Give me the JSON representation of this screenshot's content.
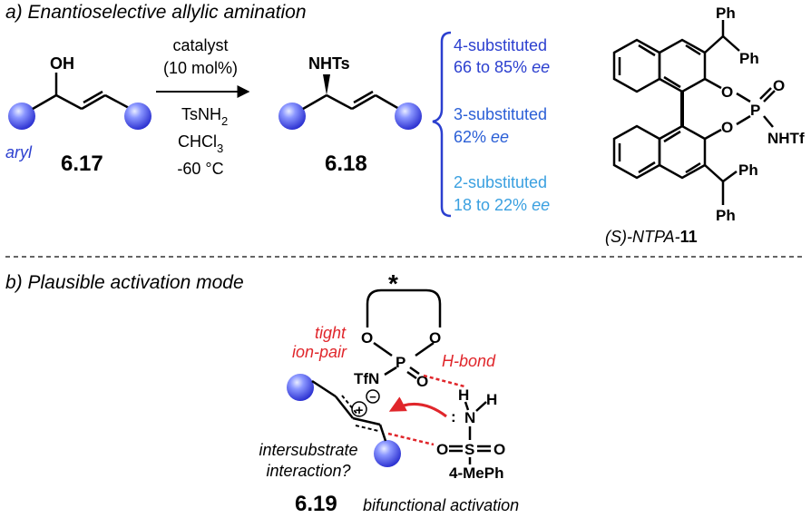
{
  "section_a": {
    "title": "a) Enantioselective allylic amination",
    "reactant": {
      "group_label": "aryl",
      "substituent": "OH",
      "compound": "6.17"
    },
    "conditions": {
      "line1": "catalyst",
      "line2": "(10 mol%)",
      "line3_main": "TsNH",
      "line3_sub": "2",
      "line4_main": "CHCl",
      "line4_sub": "3",
      "line5": "-60 °C"
    },
    "product": {
      "substituent": "NHTs",
      "compound": "6.18"
    },
    "results": [
      {
        "pattern": "4-substituted",
        "ee_value": "66 to 85% ",
        "ee_unit": "ee",
        "color": "#2b3fcf"
      },
      {
        "pattern": "3-substituted",
        "ee_value": "62% ",
        "ee_unit": "ee",
        "color": "#2b5fd6"
      },
      {
        "pattern": "2-substituted",
        "ee_value": "18 to 22% ",
        "ee_unit": "ee",
        "color": "#3aa0e0"
      }
    ],
    "catalyst": {
      "ph": "Ph",
      "o": "O",
      "p": "P",
      "nhtf": "NHTf",
      "label_italic": "(S)-NTPA-",
      "label_bold": "11"
    }
  },
  "section_b": {
    "title": "b) Plausible activation mode",
    "star": "*",
    "o": "O",
    "p": "P",
    "tfn": "TfN",
    "minus": "−",
    "plus": "+",
    "tight_line1": "tight",
    "tight_line2": "ion-pair",
    "hbond": "H-bond",
    "h": "H",
    "n": "N",
    "colon": ":",
    "s": "S",
    "mephenyl": "4-MePh",
    "inter_line1": "intersubstrate",
    "inter_line2": "interaction?",
    "compound": "6.19",
    "caption": "bifunctional activation"
  },
  "colors": {
    "accent_red": "#e0262b",
    "ball_blue": "#3a3ee0",
    "text_blue": "#2b3fcf",
    "divider": "#333333"
  }
}
